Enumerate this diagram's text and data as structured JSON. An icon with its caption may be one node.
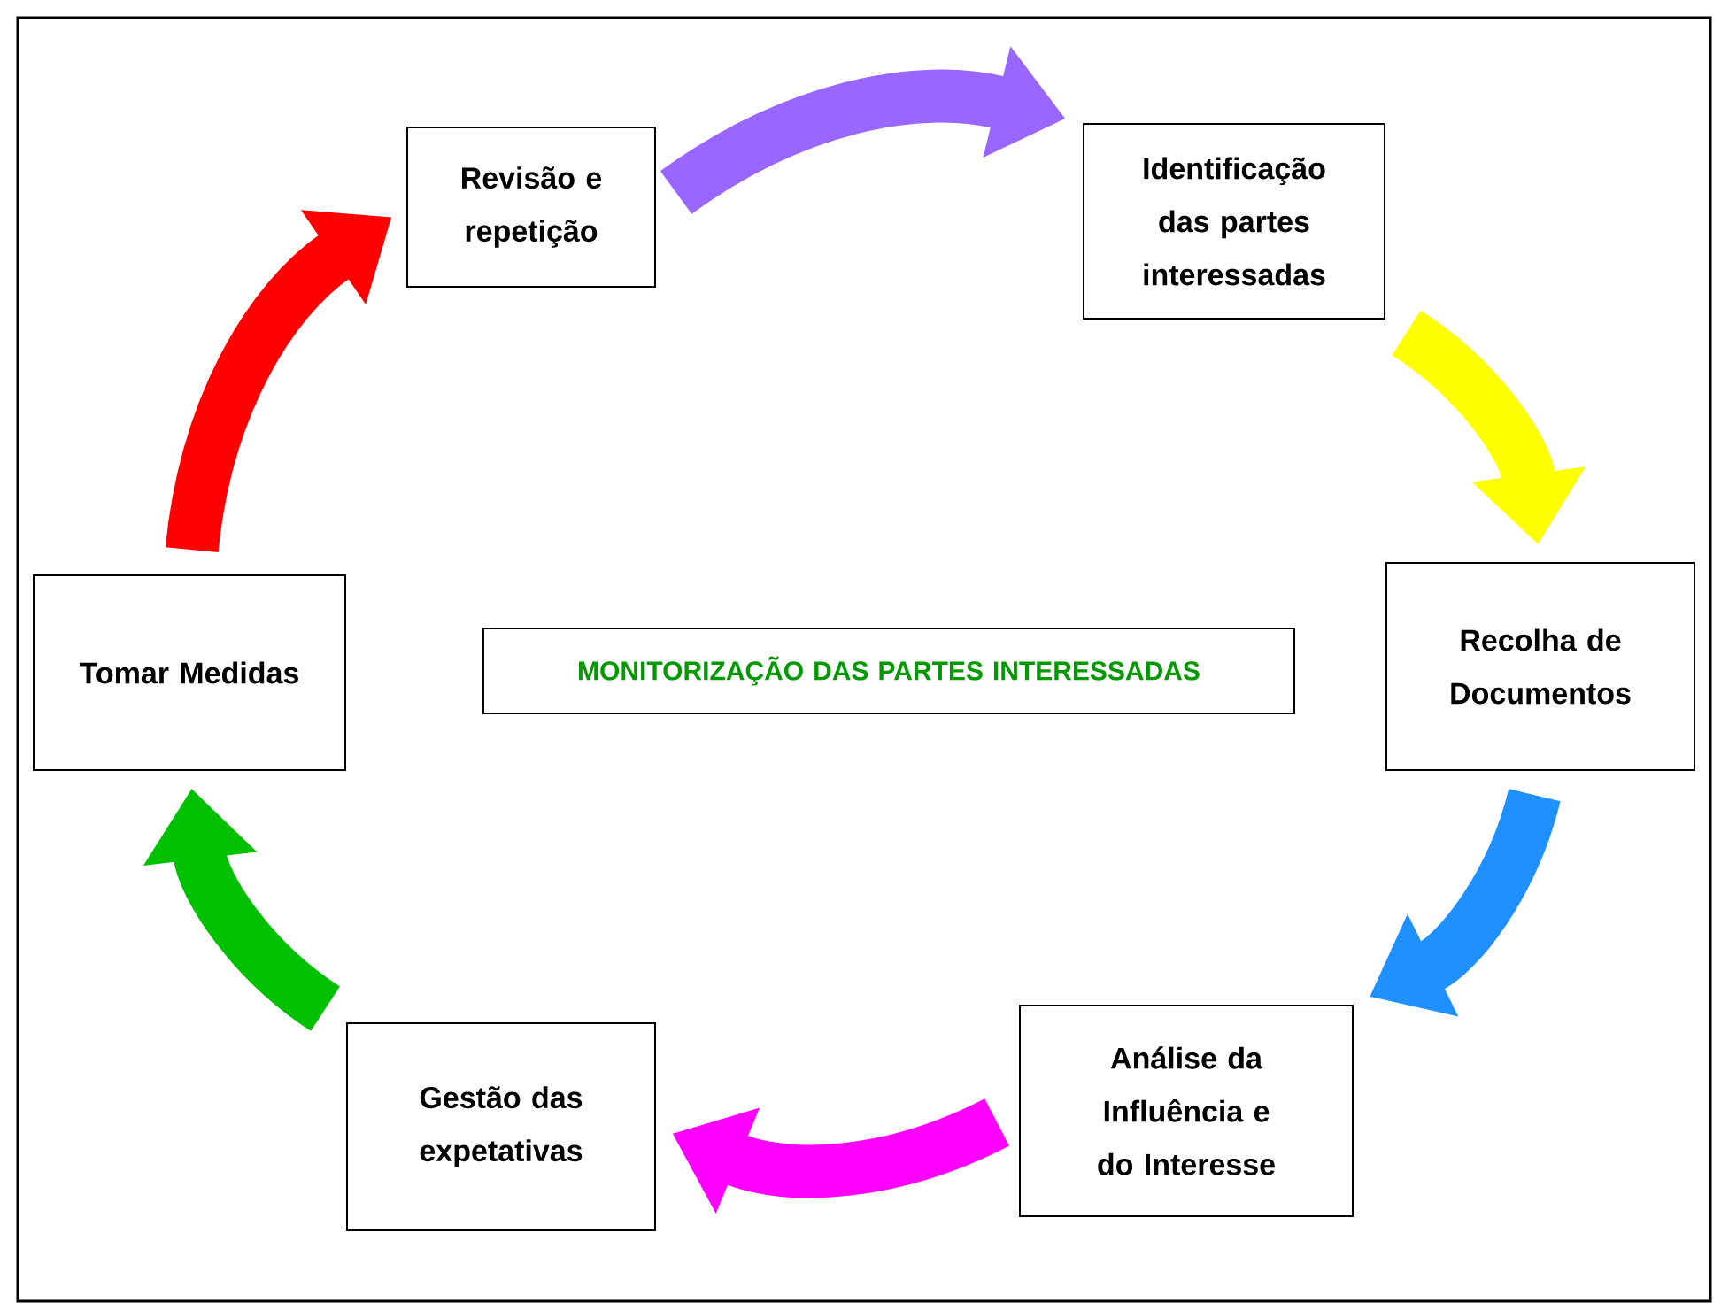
{
  "diagram": {
    "nodes": [
      {
        "text": [
          "Revisão e repetição"
        ]
      },
      {
        "text": [
          "Identificação das partes interessadas"
        ]
      },
      {
        "text": [
          "Recolha de Documentos"
        ]
      },
      {
        "text": [
          "Análise da Influência e do Interesse"
        ]
      },
      {
        "text": [
          "Gestão das expetativas"
        ]
      },
      {
        "text": [
          "Tomar Medidas"
        ]
      },
      {
        "text": [
          "MONITORIZAÇÃO DAS PARTES INTERESSADAS"
        ]
      }
    ],
    "edges": [
      {
        "from": 0,
        "to": 1,
        "arrow": "to",
        "color": "#9966ff"
      },
      {
        "from": 1,
        "to": 2,
        "arrow": "to",
        "color": "#ffff00"
      },
      {
        "from": 2,
        "to": 3,
        "arrow": "to",
        "color": "#1e90ff"
      },
      {
        "from": 3,
        "to": 4,
        "arrow": "to",
        "color": "#ff00ff"
      },
      {
        "from": 4,
        "to": 5,
        "arrow": "to",
        "color": "#00c000"
      },
      {
        "from": 5,
        "to": 0,
        "arrow": "to",
        "color": "#ff0000"
      }
    ]
  }
}
